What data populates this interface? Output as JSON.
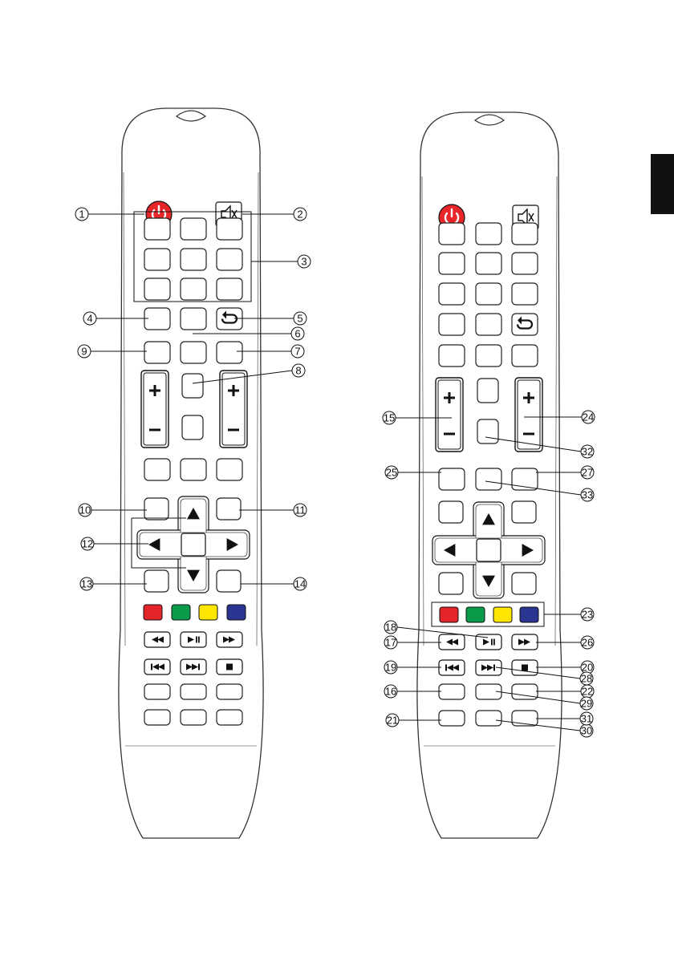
{
  "callouts": [
    {
      "label": "1"
    },
    {
      "label": "2"
    },
    {
      "label": "3"
    },
    {
      "label": "4"
    },
    {
      "label": "5"
    },
    {
      "label": "6"
    },
    {
      "label": "7"
    },
    {
      "label": "8"
    },
    {
      "label": "9"
    },
    {
      "label": "10"
    },
    {
      "label": "11"
    },
    {
      "label": "12"
    },
    {
      "label": "13"
    },
    {
      "label": "14"
    },
    {
      "label": "15"
    },
    {
      "label": "16"
    },
    {
      "label": "17"
    },
    {
      "label": "18"
    },
    {
      "label": "19"
    },
    {
      "label": "20"
    },
    {
      "label": "21"
    },
    {
      "label": "22"
    },
    {
      "label": "23"
    },
    {
      "label": "24"
    },
    {
      "label": "25"
    },
    {
      "label": "26"
    },
    {
      "label": "27"
    },
    {
      "label": "28"
    },
    {
      "label": "29"
    },
    {
      "label": "30"
    },
    {
      "label": "31"
    },
    {
      "label": "32"
    },
    {
      "label": "33"
    }
  ],
  "colors": {
    "power": "#e8262a",
    "red": "#e3242b",
    "green": "#0a9a49",
    "yellow": "#ffe600",
    "blue": "#2a3491",
    "outline": "#222222",
    "tab": "#111111"
  },
  "icons": {
    "power": "power-icon",
    "mute": "mute-icon",
    "return": "return-icon",
    "up": "arrow-up-icon",
    "down": "arrow-down-icon",
    "left": "arrow-left-icon",
    "right": "arrow-right-icon",
    "rewind": "rewind-icon",
    "play_pause": "play-pause-icon",
    "fast_forward": "fast-forward-icon",
    "previous": "previous-icon",
    "next": "next-icon",
    "stop": "stop-icon"
  }
}
